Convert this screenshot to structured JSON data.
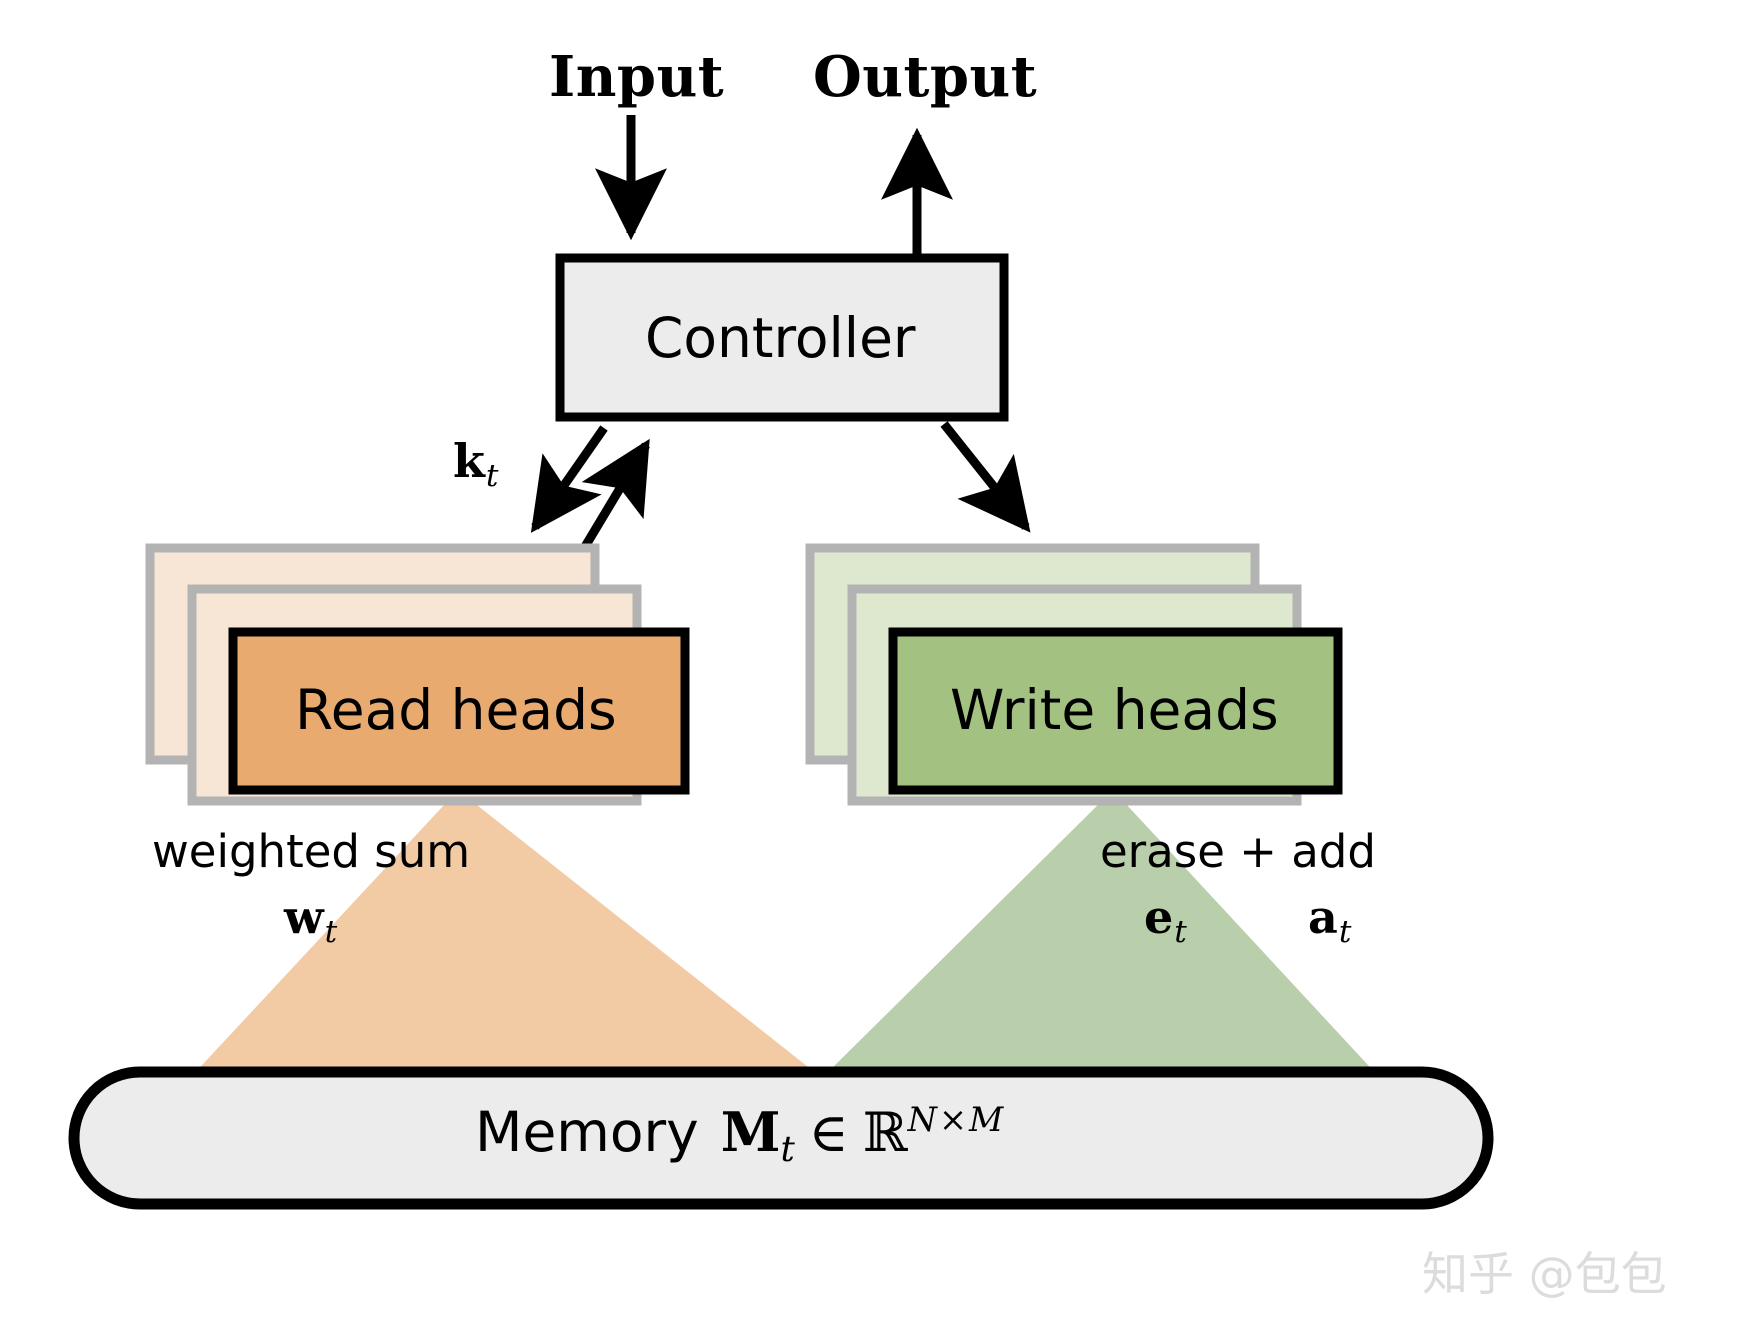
{
  "figure": {
    "title": "Neural Turing Machine architecture diagram",
    "colors": {
      "box_fill_gray": "#ececec",
      "stroke_black": "#000000",
      "stroke_gray": "#b3b3b3",
      "read_front_fill": "#e8aa6e",
      "read_back_fill": "#f7e6d5",
      "write_front_fill": "#a3c281",
      "write_back_fill": "#dde8cf",
      "read_funnel_fill": "#f2caa4",
      "write_funnel_fill": "#b9ceaa",
      "watermark_gray": "#dcdcdc"
    }
  },
  "io": {
    "input_label": "Input",
    "output_label": "Output"
  },
  "controller": {
    "label": "Controller"
  },
  "signals": {
    "key_symbol": "k",
    "key_subscript": "t",
    "weight_symbol": "w",
    "weight_subscript": "t",
    "erase_symbol": "e",
    "erase_subscript": "t",
    "add_symbol": "a",
    "add_subscript": "t"
  },
  "read_side": {
    "heads_label": "Read heads",
    "flow_label": "weighted sum",
    "stack_count": 3
  },
  "write_side": {
    "heads_label": "Write heads",
    "flow_label": "erase + add",
    "stack_count": 3
  },
  "memory": {
    "label": "Memory",
    "matrix_symbol": "M",
    "matrix_subscript": "t",
    "element_of": "∈",
    "set_symbol": "ℝ",
    "dims_rows": "N",
    "dims_times": "×",
    "dims_cols": "M"
  },
  "watermark": {
    "text": "知乎 @包包"
  }
}
